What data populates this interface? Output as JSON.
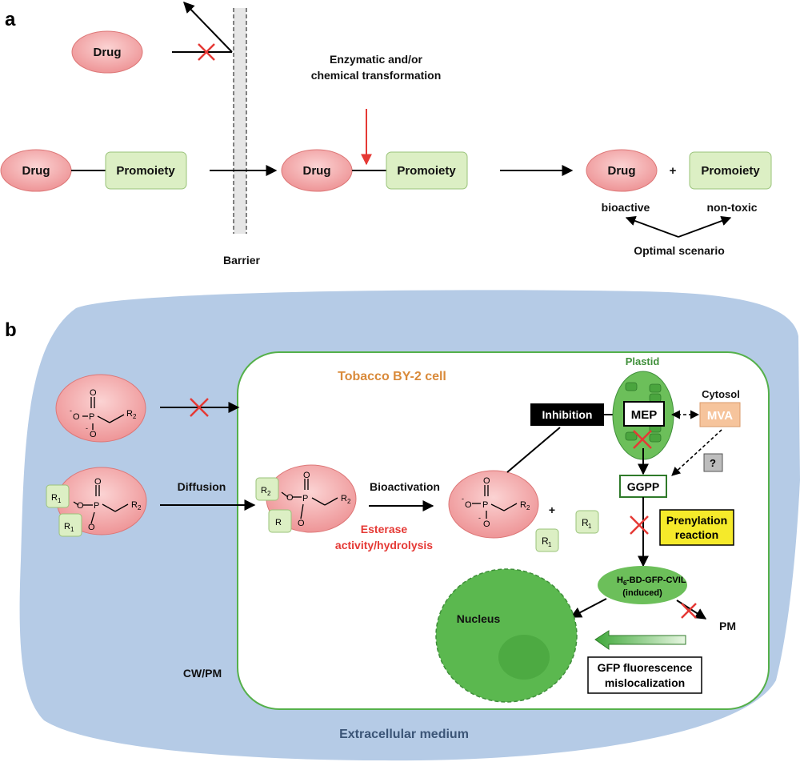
{
  "panel_a": {
    "letter": "a",
    "drug": "Drug",
    "promoiety": "Promoiety",
    "barrier": "Barrier",
    "transformation_line1": "Enzymatic and/or",
    "transformation_line2": "chemical transformation",
    "plus": "+",
    "bioactive": "bioactive",
    "nontoxic": "non-toxic",
    "optimal": "Optimal scenario"
  },
  "panel_b": {
    "letter": "b",
    "cell_title": "Tobacco BY-2 cell",
    "plastid": "Plastid",
    "cytosol": "Cytosol",
    "inhibition": "Inhibition",
    "mep": "MEP",
    "mva": "MVA",
    "question": "?",
    "ggpp": "GGPP",
    "prenylation_line1": "Prenylation",
    "prenylation_line2": "reaction",
    "diffusion": "Diffusion",
    "bioactivation": "Bioactivation",
    "esterase_line1": "Esterase",
    "esterase_line2": "activity/hydrolysis",
    "plus": "+",
    "r1": "R",
    "r1_sub": "1",
    "r2": "R",
    "r2_sub": "2",
    "r": "R",
    "p": "P",
    "o": "O",
    "minus": "-",
    "fusion_h": "H",
    "fusion_h_sub": "6",
    "fusion_rest": "-BD-GFP-CVIL",
    "induced": "(induced)",
    "nucleus": "Nucleus",
    "pm": "PM",
    "gfp_line1": "GFP fluorescence",
    "gfp_line2": "mislocalization",
    "cwpm": "CW/PM",
    "medium": "Extracellular medium"
  },
  "colors": {
    "drug_fill": "#f2a9ab",
    "promoiety_fill": "#dcefc4",
    "cell_blue": "#b5cbe6",
    "cell_border": "#55b04a",
    "red": "#e53935",
    "orange_title": "#d98a3a",
    "plastid_green": "#6cbf5a",
    "yellow": "#f5ea2a",
    "mva_fill": "#f6c49c",
    "medium_text": "#3b5577"
  }
}
